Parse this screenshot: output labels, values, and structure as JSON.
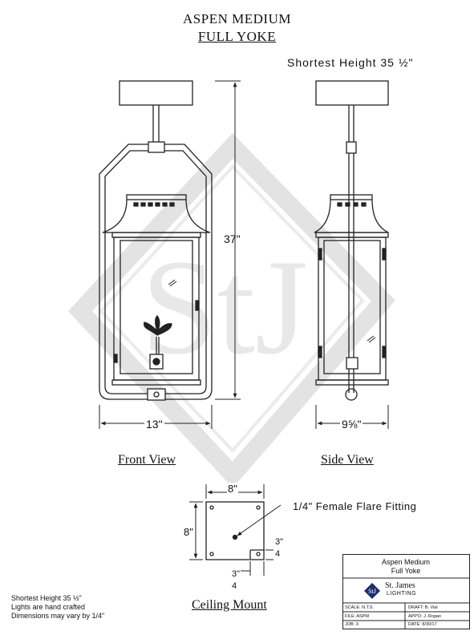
{
  "drawing": {
    "title_line1": "ASPEN MEDIUM",
    "title_line2": "FULL YOKE",
    "shortest_height_label": "Shortest Height  35 ½\"",
    "watermark_letters": "StJ"
  },
  "front_view": {
    "caption": "Front View",
    "height_dim": "37\"",
    "width_dim": "13\""
  },
  "side_view": {
    "caption": "Side View",
    "width_dim": "9⅝\""
  },
  "ceiling_mount": {
    "caption": "Ceiling Mount",
    "width_dim": "8\"",
    "height_dim": "8\"",
    "offset_right_dim_top": "3\"",
    "offset_right_dim_bottom": "4",
    "offset_bottom_dim_top": "3\"",
    "offset_bottom_dim_bottom": "4",
    "fitting_label": "1/4\" Female Flare Fitting"
  },
  "notes": [
    "Shortest Height 35 ½\"",
    "Lights are hand crafted",
    "Dimensions may vary by 1/4\""
  ],
  "title_block": {
    "product_line1": "Aspen Medium",
    "product_line2": "Full Yoke",
    "company_name": "St. James",
    "company_sub": "LIGHTING",
    "logo_letters": "StJ",
    "scale_label": "SCALE:",
    "scale_value": "N.T.S.",
    "draft_label": "DRAFT:",
    "draft_value": "B. Vial",
    "file_label": "FILE:",
    "file_value": "ASPM",
    "appd_label": "APP'D:",
    "appd_value": "J. Rogan",
    "job_label": "JOB:",
    "job_value": "X",
    "date_label": "DATE:",
    "date_value": "8/30/17"
  },
  "colors": {
    "line": "#222222",
    "watermark": "#e3e3e3",
    "logo_blue": "#1c2f6e"
  }
}
